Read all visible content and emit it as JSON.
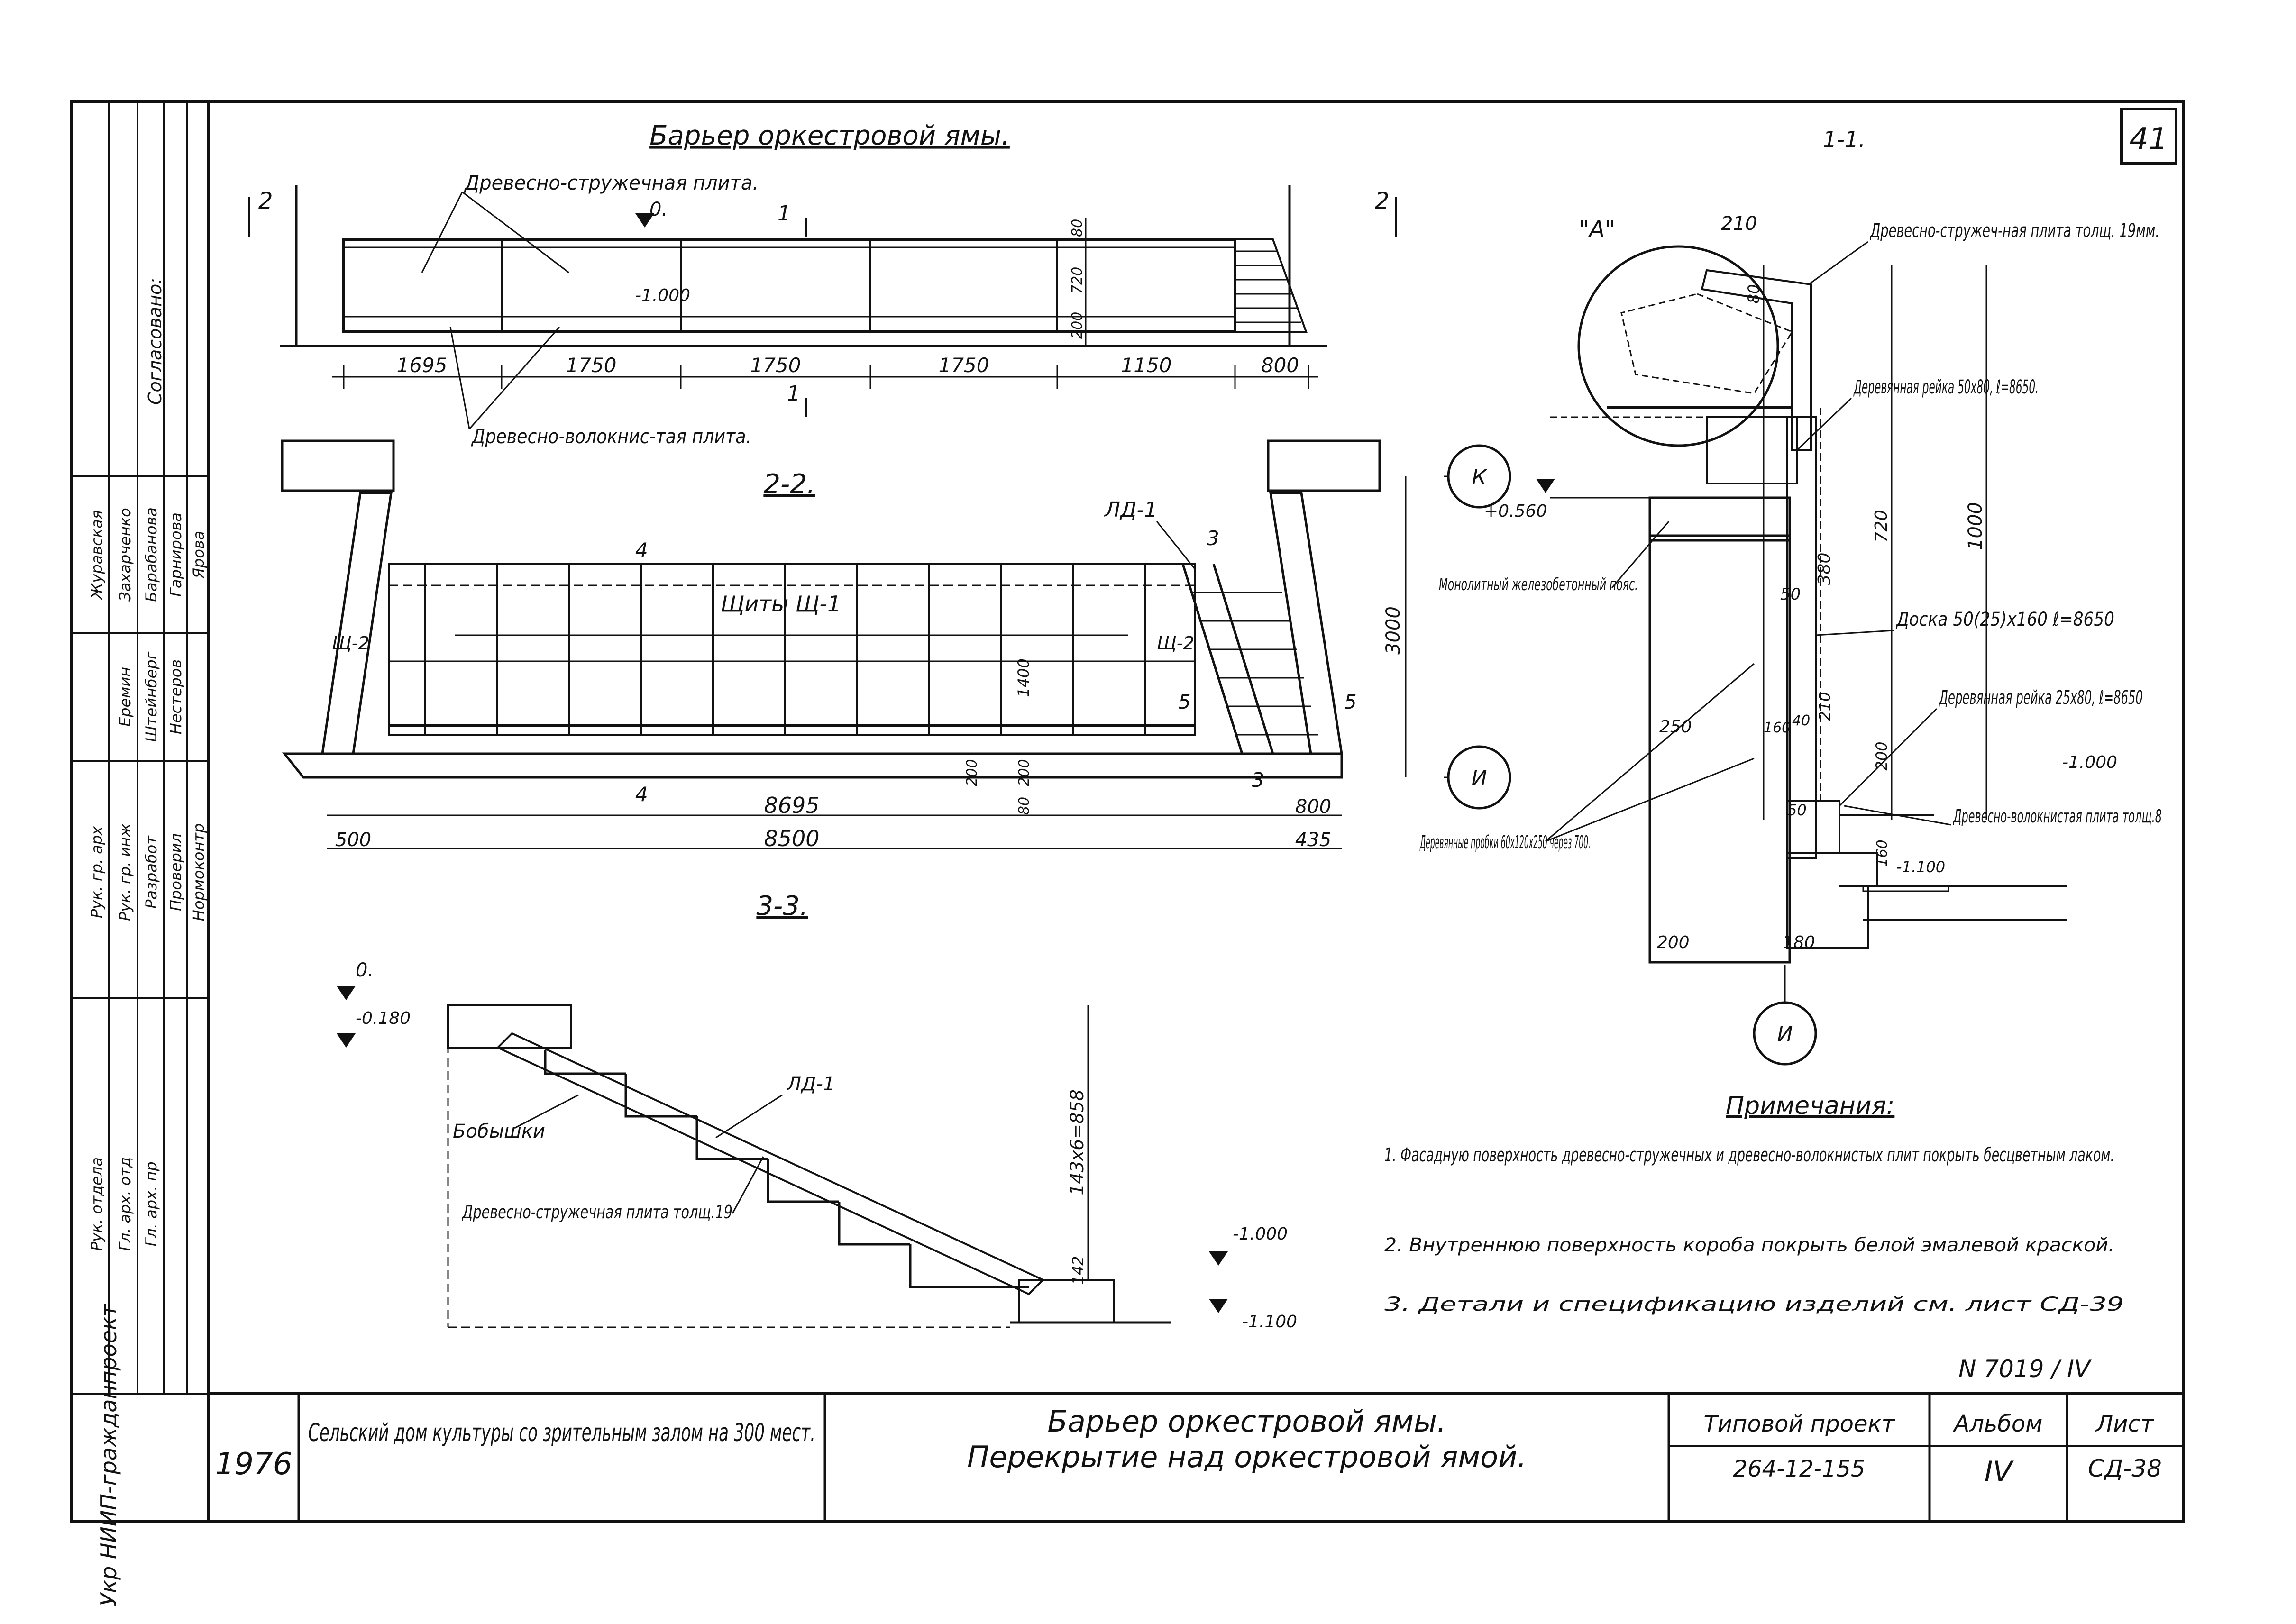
{
  "sheet_number": "41",
  "archive_number": "N 7019 / IV",
  "elevation": {
    "title": "Барьер оркестровой ямы.",
    "label_chipboard": "Древесно-стружечная плита.",
    "label_fiberboard": "Древесно-волокнис-тая плита.",
    "level_0": "0.",
    "level_m1000": "-1.000",
    "section_mark_1": "1",
    "section_mark_2": "2",
    "dim_top": "80",
    "dim_mid": "720",
    "dim_bot": "200",
    "dims": [
      "1695",
      "1750",
      "1750",
      "1750",
      "1150",
      "800"
    ]
  },
  "section22": {
    "title": "2-2.",
    "label_shields": "Щиты Щ-1",
    "label_sch2_left": "Щ-2",
    "label_sch2_right": "Щ-2",
    "label_ld1": "ЛД-1",
    "mark_3": "3",
    "mark_4": "4",
    "mark_5": "5",
    "dim_height": "3000",
    "dim_shield": "1400",
    "dim_a": "200",
    "dim_b": "200",
    "dim_c": "80",
    "dims_bottom": [
      "500",
      "8695",
      "8500",
      "800",
      "435"
    ]
  },
  "axes": {
    "k": "К",
    "u": "И",
    "u2": "И"
  },
  "section33": {
    "title": "3-3.",
    "level_0": "0.",
    "level_m0180": "-0.180",
    "label_bobyshki": "Бобышки",
    "label_ld1": "ЛД-1",
    "label_chipboard": "Древесно-стружечная плита толщ.19",
    "dim_steps": "143х6=858",
    "dim_142": "142",
    "level_m1000": "-1.000",
    "level_m1100": "-1.100"
  },
  "section11": {
    "title": "1-1.",
    "label_a": "\"А\"",
    "dim_210": "210",
    "label_chipboard": "Древесно-стружеч-ная плита толщ. 19мм.",
    "label_rail1": "Деревянная рейка 50х80, ℓ=8650.",
    "level_p0560": "+0.560",
    "label_belt": "Монолитный железобетонный пояс.",
    "label_board": "Доска 50(25)х160 ℓ=8650",
    "label_rail2": "Деревянная рейка 25х80, ℓ=8650",
    "level_m1000": "-1.000",
    "label_fiberboard": "Древесно-волокнистая плита толщ.8",
    "label_plugs": "Деревянные пробки 60х120х250 через 700.",
    "level_m1100": "-1.100",
    "dims_v": [
      "80",
      "380",
      "720",
      "1000",
      "210",
      "200",
      "160"
    ],
    "dims_h": [
      "250",
      "50",
      "200",
      "180",
      "50",
      "40",
      "160"
    ]
  },
  "notes": {
    "title": "Примечания:",
    "items": [
      "1. Фасадную поверхность древесно-стружечных и древесно-волокнистых плит покрыть бесцветным лаком.",
      "2. Внутреннюю поверхность короба покрыть белой эмалевой краской.",
      "3. Детали и спецификацию изделий см. лист СД-39"
    ]
  },
  "title_block": {
    "org": "Укр НИИП-гражданпроект",
    "year": "1976",
    "project_name": "Сельский дом культуры со зрительным залом на 300 мест.",
    "drawing_title_1": "Барьер оркестровой ямы.",
    "drawing_title_2": "Перекрытие над оркестровой ямой.",
    "typical_project_label": "Типовой проект",
    "typical_project_value": "264-12-155",
    "album_label": "Альбом",
    "album_value": "IV",
    "sheet_label": "Лист",
    "sheet_value": "СД-38",
    "agreed": "Согласовано:",
    "roles": [
      "Рук. гр. арх",
      "Рук. гр. инж",
      "Разработ",
      "Проверил",
      "Нормоконтр",
      "Рук. отдела",
      "Гл. арх. отд",
      "Гл. арх. пр"
    ],
    "names": [
      "Журавская",
      "Захарченко",
      "Барабанова",
      "Гарнирова",
      "Ярова",
      "Еремин",
      "Штейнберг",
      "Нестеров"
    ]
  }
}
